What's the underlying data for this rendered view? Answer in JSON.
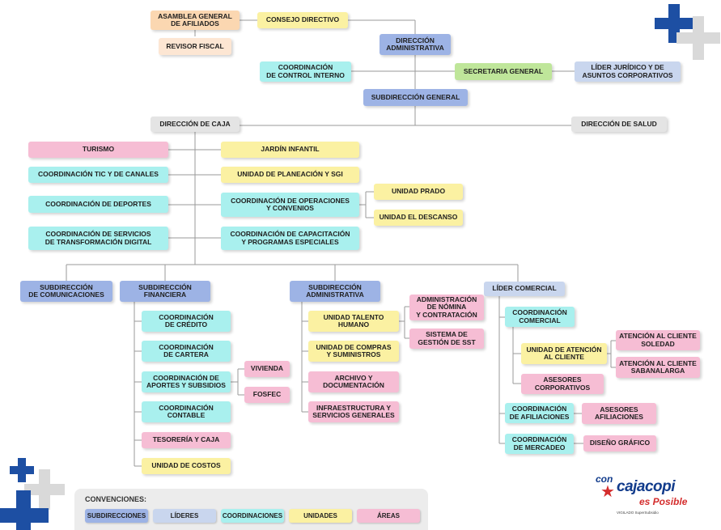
{
  "nodes": {
    "asamblea": "ASAMBLEA GENERAL\nDE AFILIADOS",
    "consejo": "CONSEJO DIRECTIVO",
    "revisor": "REVISOR FISCAL",
    "direccion_adm": "DIRECCIÓN\nADMINISTRATIVA",
    "control_interno": "COORDINACIÓN\nDE CONTROL INTERNO",
    "secretaria": "SECRETARIA GENERAL",
    "juridico": "LÍDER JURÍDICO Y DE\nASUNTOS CORPORATIVOS",
    "subdir_general": "SUBDIRECCIÓN GENERAL",
    "dir_caja": "DIRECCIÓN DE CAJA",
    "dir_salud": "DIRECCIÓN DE SALUD",
    "turismo": "TURISMO",
    "jardin": "JARDÍN INFANTIL",
    "tic": "COORDINACIÓN TIC Y DE CANALES",
    "planeacion": "UNIDAD DE PLANEACIÓN Y SGI",
    "deportes": "COORDINACIÓN DE DEPORTES",
    "operaciones": "COORDINACIÓN DE OPERACIONES\nY CONVENIOS",
    "prado": "UNIDAD PRADO",
    "descanso": "UNIDAD EL DESCANSO",
    "transformacion": "COORDINACIÓN DE SERVICIOS\nDE TRANSFORMACIÓN DIGITAL",
    "capacitacion": "COORDINACIÓN DE CAPACITACIÓN\nY PROGRAMAS ESPECIALES",
    "sub_comunicaciones": "SUBDIRECCIÓN\nDE COMUNICACIONES",
    "sub_financiera": "SUBDIRECCIÓN\nFINANCIERA",
    "sub_administrativa": "SUBDIRECCIÓN\nADMINISTRATIVA",
    "lider_comercial": "LÍDER COMERCIAL",
    "credito": "COORDINACIÓN\nDE CRÉDITO",
    "cartera": "COORDINACIÓN\nDE CARTERA",
    "aportes": "COORDINACIÓN DE\nAPORTES Y SUBSIDIOS",
    "vivienda": "VIVIENDA",
    "fosfec": "FOSFEC",
    "contable": "COORDINACIÓN\nCONTABLE",
    "tesoreria": "TESORERÍA Y CAJA",
    "costos": "UNIDAD DE COSTOS",
    "talento": "UNIDAD TALENTO\nHUMANO",
    "nomina": "ADMINISTRACIÓN\nDE NÓMINA\nY CONTRATACIÓN",
    "sst": "SISTEMA DE\nGESTIÓN DE SST",
    "compras": "UNIDAD DE COMPRAS\nY SUMINISTROS",
    "archivo": "ARCHIVO Y\nDOCUMENTACIÓN",
    "infraestructura": "INFRAESTRUCTURA Y\nSERVICIOS GENERALES",
    "coord_comercial": "COORDINACIÓN\nCOMERCIAL",
    "atencion": "UNIDAD DE ATENCIÓN\nAL CLIENTE",
    "soledad": "ATENCIÓN AL CLIENTE\nSOLEDAD",
    "sabanalarga": "ATENCIÓN AL CLIENTE\nSABANALARGA",
    "asesores_corp": "ASESORES\nCORPORATIVOS",
    "afiliaciones": "COORDINACIÓN\nDE AFILIACIONES",
    "asesores_afil": "ASESORES\nAFILIACIONES",
    "mercadeo": "COORDINACIÓN\nDE MERCADEO",
    "diseno": "DISEÑO GRÁFICO"
  },
  "legend": {
    "title": "CONVENCIONES:",
    "subdirecciones": "SUBDIRECCIONES",
    "lideres": "LÍDERES",
    "coordinaciones": "COORDINACIONES",
    "unidades": "UNIDADES",
    "areas": "ÁREAS"
  },
  "logo": {
    "con": "con",
    "name": "cajacopi",
    "slogan": "es Posible",
    "note": "VIGILADO SuperSubsidio"
  },
  "colors": {
    "subdirecciones": "#9db3e5",
    "lideres": "#c9d6ee",
    "coordinaciones": "#a9f0ee",
    "unidades": "#fbf1a2",
    "areas": "#f6bdd4",
    "brand_blue": "#123c8c",
    "brand_red": "#d42d2d"
  }
}
